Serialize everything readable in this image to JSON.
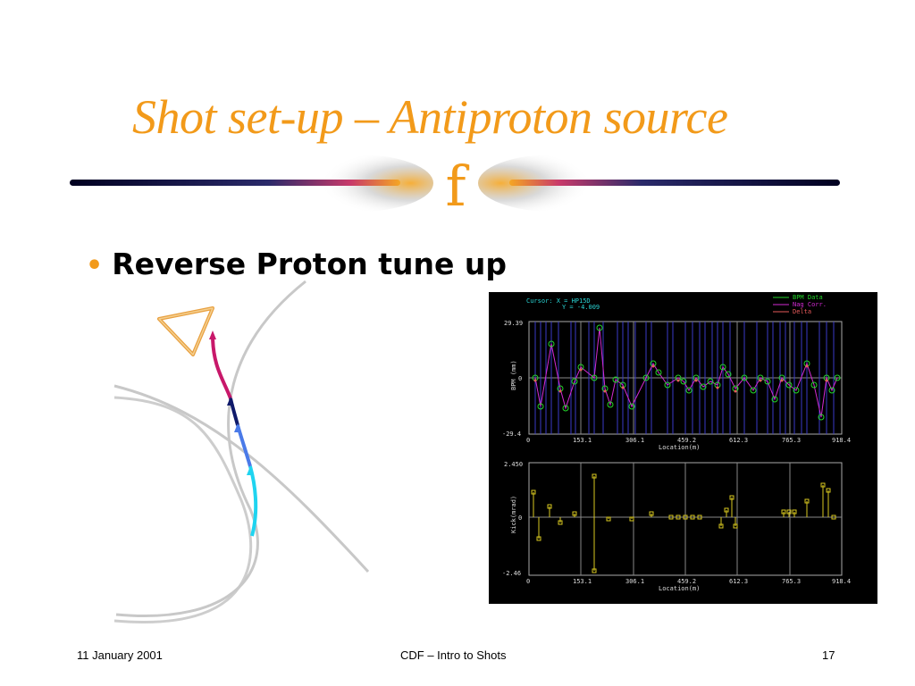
{
  "slide": {
    "title": "Shot set-up – Antiproton source",
    "logo_glyph": "f",
    "bullet": "Reverse Proton tune up",
    "footer": {
      "date": "11 January 2001",
      "center": "CDF – Intro to Shots",
      "page": "17"
    }
  },
  "colors": {
    "title": "#f29a1a",
    "bullet_dot": "#f29a1a",
    "divider_dark": "#1a1a3a",
    "divider_orange": "#f5a623",
    "beam_path": [
      "#1fd4f0",
      "#4a7ae8",
      "#0f1a6a",
      "#c8186a"
    ],
    "ring_gray": "#c8c8c8",
    "triangle": "#e8a040"
  },
  "diagram": {
    "icon": "accelerator-ring-diagram"
  },
  "scope": {
    "legend": [
      "BPM Data",
      "Nag Corr.",
      "Delta"
    ],
    "legend_colors": [
      "#23d62a",
      "#d22ad2",
      "#e65a5a"
    ],
    "cursor_line1": "Cursor: X = HP15D",
    "cursor_line2": "Y =   -4.009",
    "top": {
      "ylabel": "BPM (mm)",
      "xlabel": "Location(m)",
      "y_ticks": [
        "29.39",
        "0",
        "-29.4"
      ],
      "x_ticks": [
        "0",
        "153.1",
        "306.1",
        "459.2",
        "612.3",
        "765.3",
        "918.4"
      ]
    },
    "bottom": {
      "ylabel": "Kick(mrad)",
      "xlabel": "Location(m)",
      "y_ticks": [
        "2.450",
        "0",
        "-2.46"
      ],
      "x_ticks": [
        "0",
        "153.1",
        "306.1",
        "459.2",
        "612.3",
        "765.3",
        "918.4"
      ]
    }
  }
}
